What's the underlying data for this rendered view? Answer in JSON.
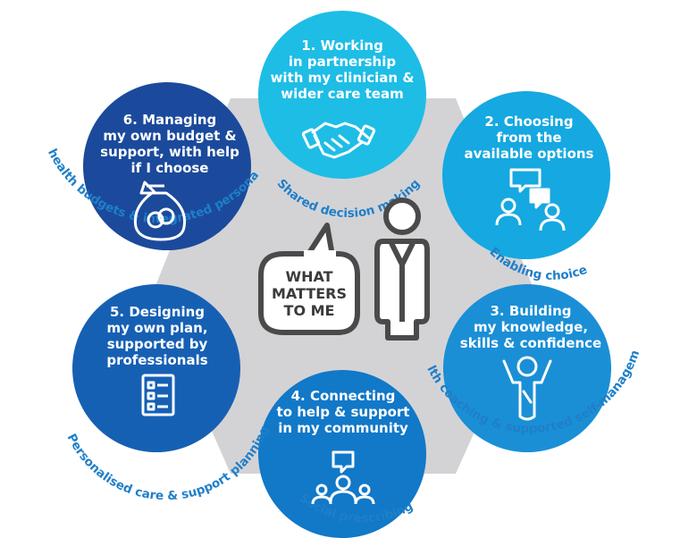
{
  "center": {
    "lines": [
      "WHAT",
      "MATTERS",
      "TO ME"
    ]
  },
  "circles": [
    {
      "number": "1.",
      "lines": [
        "Working",
        "in partnership",
        "with my clinician &",
        "wider care team"
      ],
      "label": "Shared decision making",
      "color": "#1ebde6",
      "icon": "handshake-icon"
    },
    {
      "number": "2.",
      "lines": [
        "Choosing",
        "from the",
        "available options"
      ],
      "label": "Enabling choice",
      "color": "#16a8e0",
      "icon": "discussion-people-icon"
    },
    {
      "number": "3.",
      "lines": [
        "Building",
        "my knowledge,",
        "skills & confidence"
      ],
      "label": "Health coaching & supported self-management",
      "color": "#1a8fd6",
      "icon": "celebrating-person-icon"
    },
    {
      "number": "4.",
      "lines": [
        "Connecting",
        "to help & support",
        "in my community"
      ],
      "label": "Social prescribing",
      "color": "#1278c8",
      "icon": "community-group-icon"
    },
    {
      "number": "5.",
      "lines": [
        "Designing",
        "my own plan,",
        "supported by",
        "professionals"
      ],
      "label": "Personalised care & support planning",
      "color": "#1660b4",
      "icon": "checklist-icon"
    },
    {
      "number": "6.",
      "lines": [
        "Managing",
        "my own budget &",
        "support, with help",
        "if I choose"
      ],
      "label": "Personal health budgets & integrated personal budgets",
      "color": "#1b4a9c",
      "icon": "money-bag-icon"
    }
  ]
}
